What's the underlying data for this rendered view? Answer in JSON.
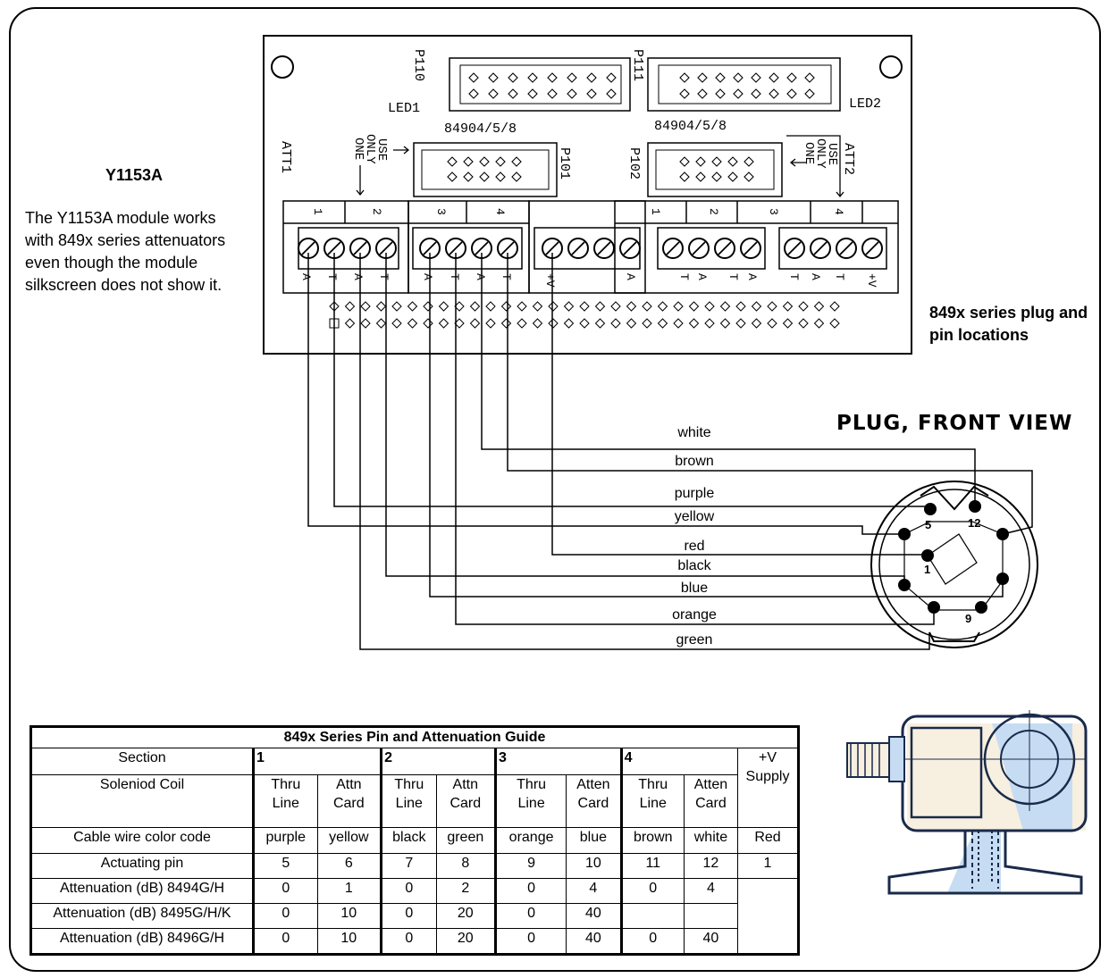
{
  "module": {
    "title": "Y1153A",
    "description": "The Y1153A module works with 849x series attenuators even though the module silkscreen does not show it.",
    "locations_label": "849x series plug and pin locations"
  },
  "board": {
    "p110": "P110",
    "p111": "P111",
    "p101": "P101",
    "p102": "P102",
    "led1": "LED1",
    "led2": "LED2",
    "part_left": "84904/5/8",
    "part_right": "84904/5/8",
    "att1": "ATT1",
    "att2": "ATT2",
    "use_only_one": [
      "USE",
      "ONLY",
      "ONE"
    ],
    "terminal_numbers_left": [
      "1",
      "2",
      "3",
      "4"
    ],
    "terminal_numbers_right": [
      "1",
      "2",
      "3",
      "4"
    ],
    "terminal_letters_left": [
      "A",
      "T",
      "A",
      "T",
      "A",
      "T",
      "A",
      "T",
      "+V"
    ],
    "terminal_letters_right": [
      "A",
      "T",
      "A",
      "T",
      "A",
      "T",
      "A",
      "T",
      "+V"
    ]
  },
  "wires": [
    "white",
    "brown",
    "purple",
    "yellow",
    "red",
    "black",
    "blue",
    "orange",
    "green"
  ],
  "plug": {
    "title": "PLUG, FRONT VIEW",
    "pin_labels": [
      "5",
      "12",
      "1",
      "9"
    ]
  },
  "guide": {
    "title": "849x Series Pin and Attenuation Guide",
    "section_label": "Section",
    "sections": [
      "1",
      "2",
      "3",
      "4"
    ],
    "supply_label": "+V Supply",
    "coil_label": "Soleniod Coil",
    "coils": [
      "Thru Line",
      "Attn Card",
      "Thru Line",
      "Attn Card",
      "Thru Line",
      "Atten Card",
      "Thru Line",
      "Atten Card"
    ],
    "rows": [
      {
        "label": "Cable wire color code",
        "cells": [
          "purple",
          "yellow",
          "black",
          "green",
          "orange",
          "blue",
          "brown",
          "white",
          "Red"
        ]
      },
      {
        "label": "Actuating pin",
        "cells": [
          "5",
          "6",
          "7",
          "8",
          "9",
          "10",
          "11",
          "12",
          "1"
        ]
      },
      {
        "label": "Attenuation (dB) 8494G/H",
        "cells": [
          "0",
          "1",
          "0",
          "2",
          "0",
          "4",
          "0",
          "4"
        ]
      },
      {
        "label": "Attenuation (dB) 8495G/H/K",
        "cells": [
          "0",
          "10",
          "0",
          "20",
          "0",
          "40",
          "",
          ""
        ]
      },
      {
        "label": "Attenuation (dB) 8496G/H",
        "cells": [
          "0",
          "10",
          "0",
          "20",
          "0",
          "40",
          "0",
          "40"
        ]
      }
    ]
  }
}
